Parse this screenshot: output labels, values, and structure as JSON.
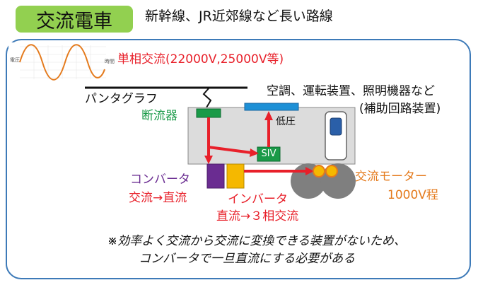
{
  "title": "交流電車",
  "subtitle": "新幹線、JR近郊線など長い路線",
  "graph_y_label": "電圧",
  "graph_x_label": "時間",
  "supply": "単相交流(22000V,25000V等)",
  "pantograph": "パンタグラフ",
  "aux_line1": "空調、運転装置、照明機器など",
  "aux_line2": "(補助回路装置)",
  "breaker": "断流器",
  "low_voltage": "低圧",
  "siv": "SIV",
  "converter": "コンバータ",
  "converter_desc": "交流→直流",
  "inverter": "インバータ",
  "inverter_desc": "直流→３相交流",
  "motor": "交流モーター",
  "motor_voltage": "1000V程",
  "note_line1": "※効率よく交流から交流に変換できる装置がないため、",
  "note_line2": "コンバータで一旦直流にする必要がある",
  "colors": {
    "title_bg": "#92d050",
    "frame": "#3d7ab8",
    "arrow": "#e8202a",
    "breaker_box": "#1a9a48",
    "aux_box": "#1e90d6",
    "converter": "#6a2c91",
    "inverter": "#f5b800",
    "motor_ring": "#e47a1c",
    "wheel": "#7f7f7f",
    "car_body": "#dcdcdc"
  }
}
